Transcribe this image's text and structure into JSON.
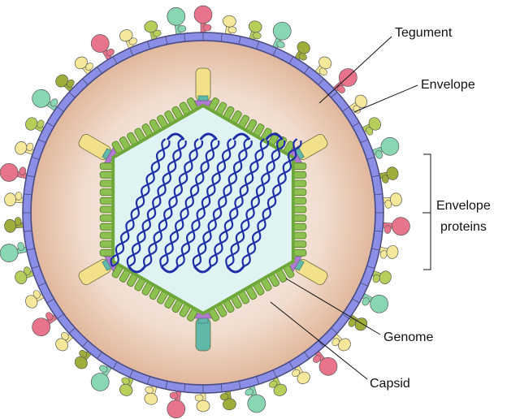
{
  "labels": {
    "tegument": "Tegument",
    "envelope": "Envelope",
    "envelope_proteins_line1": "Envelope",
    "envelope_proteins_line2": "proteins",
    "genome": "Genome",
    "capsid": "Capsid"
  },
  "colors": {
    "tegument_outer": "#e6c2a8",
    "tegument_inner": "#fbf4ef",
    "envelope_membrane": "#8a8ee6",
    "envelope_membrane_edge": "#4a4a7a",
    "capsid_green": "#8cc152",
    "capsid_inner": "#dff3f3",
    "genome_blue": "#1f2fa8",
    "protein_pink": "#e8748c",
    "protein_yellow": "#f5e89a",
    "protein_green": "#b6cf5a",
    "protein_teal": "#88d6b2",
    "protein_olive": "#9fad3a",
    "vertex_teal": "#5fb8a8",
    "vertex_purple": "#b07ad0",
    "vertex_yellow": "#f2e08a",
    "leader_line": "#111111"
  }
}
